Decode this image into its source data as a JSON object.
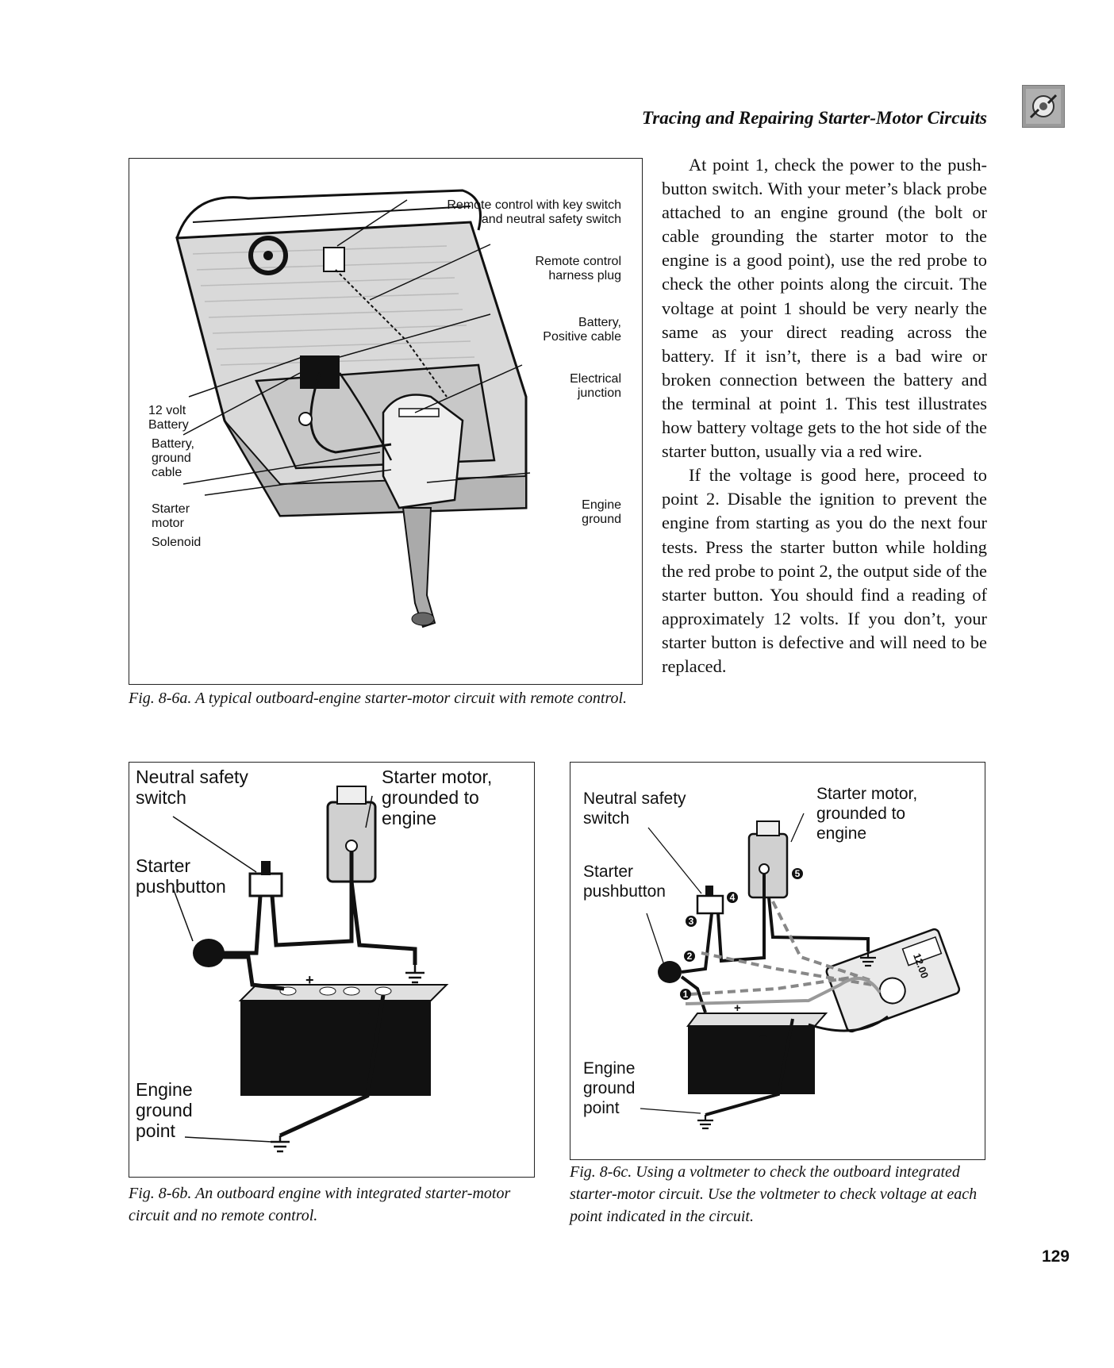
{
  "header": {
    "running_title": "Tracing and Repairing Starter-Motor Circuits",
    "icon": "engine-repair-icon"
  },
  "body": {
    "paragraphs": [
      "At point 1, check the power to the push-button switch. With your meter’s black probe attached to an engine ground (the bolt or cable grounding the starter motor to the engine is a good point), use the red probe to check the other points along the circuit. The voltage at point 1 should be very nearly the same as your direct reading across the battery. If it isn’t, there is a bad wire or broken connection between the battery and the terminal at point 1. This test illustrates how battery voltage gets to the hot side of the starter button, usually via a red wire.",
      "If the voltage is good here, proceed to point 2. Disable the ignition to prevent the engine from starting as you do the next four tests. Press the starter button while holding the red probe to point 2, the output side of the starter button. You should find a reading of approximately 12 volts. If you don’t, your starter button is defective and will need to be replaced."
    ]
  },
  "fig_a": {
    "caption": "Fig. 8-6a. A typical outboard-engine starter-motor circuit with remote control.",
    "labels": {
      "remote_l1": "Remote control with key switch",
      "remote_l2": "and neutral safety switch",
      "harness_l1": "Remote control",
      "harness_l2": "harness plug",
      "batpos_l1": "Battery,",
      "batpos_l2": "Positive cable",
      "junction_l1": "Electrical",
      "junction_l2": "junction",
      "battery_l1": "12 volt",
      "battery_l2": "Battery",
      "ground_l1": "Battery,",
      "ground_l2": "ground",
      "ground_l3": "cable",
      "starter_l1": "Starter",
      "starter_l2": "motor",
      "solenoid": "Solenoid",
      "engground_l1": "Engine",
      "engground_l2": "ground"
    }
  },
  "fig_b": {
    "caption": "Fig. 8-6b. An outboard engine with integrated starter-motor circuit and no remote control.",
    "labels": {
      "neutral_l1": "Neutral safety",
      "neutral_l2": "switch",
      "motor_l1": "Starter motor,",
      "motor_l2": "grounded to",
      "motor_l3": "engine",
      "push_l1": "Starter",
      "push_l2": "pushbutton",
      "ground_l1": "Engine",
      "ground_l2": "ground",
      "ground_l3": "point",
      "plus": "+",
      "minus": "–"
    }
  },
  "fig_c": {
    "caption": "Fig. 8-6c. Using a voltmeter to check the outboard integrated starter-motor circuit. Use the voltmeter to check voltage at each point indicated in the circuit.",
    "labels": {
      "neutral_l1": "Neutral safety",
      "neutral_l2": "switch",
      "motor_l1": "Starter motor,",
      "motor_l2": "grounded to",
      "motor_l3": "engine",
      "push_l1": "Starter",
      "push_l2": "pushbutton",
      "ground_l1": "Engine",
      "ground_l2": "ground",
      "ground_l3": "point",
      "plus": "+",
      "minus": "–",
      "meter_reading": "12.00"
    },
    "points": [
      "1",
      "2",
      "3",
      "4",
      "5"
    ]
  },
  "footer": {
    "page_number": "129"
  }
}
